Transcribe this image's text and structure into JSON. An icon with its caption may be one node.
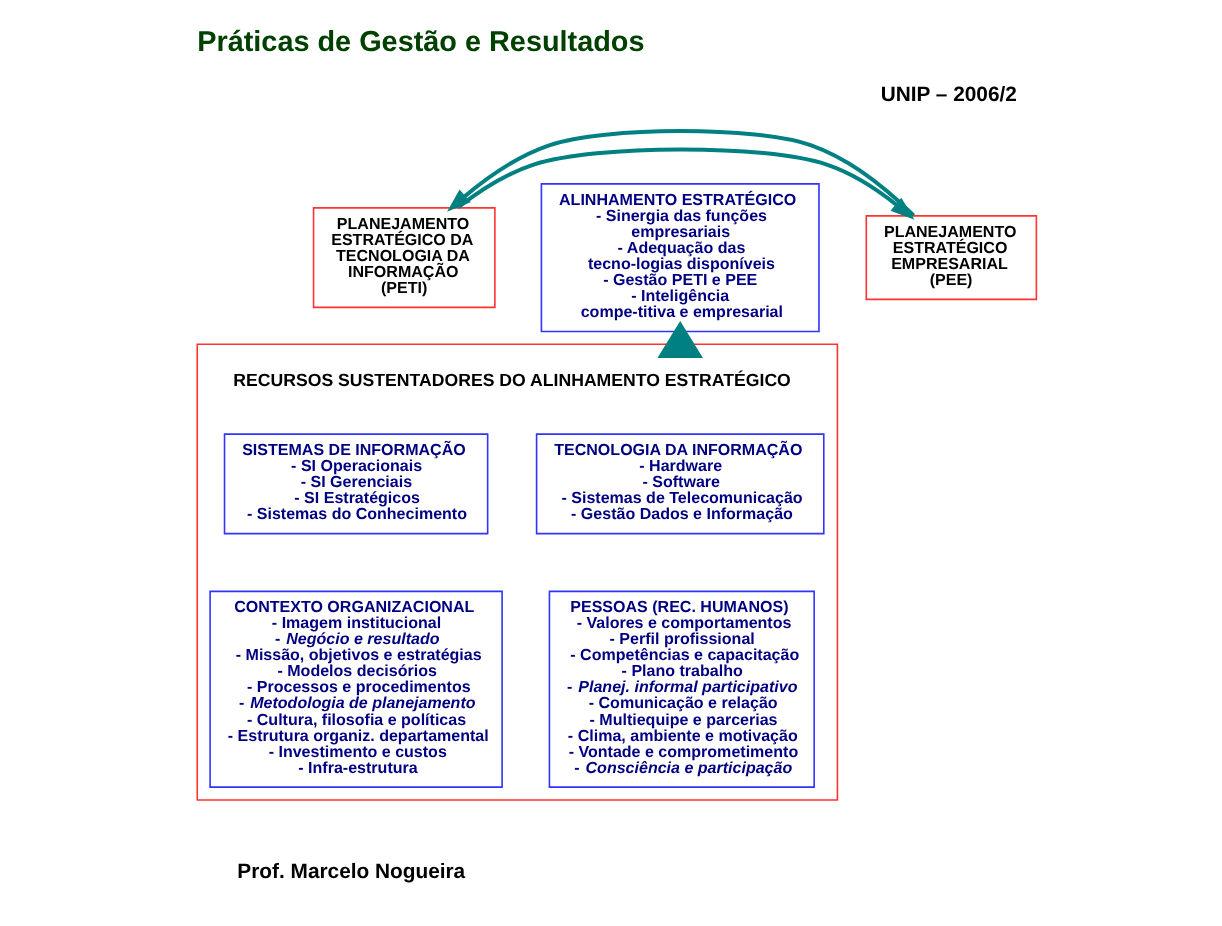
{
  "diagram": {
    "title": "Práticas de Gestão e Resultados",
    "nodes": [
      {
        "text": [
          "PLANEJAMENTO ESTRATÉGICO DA TECNOLOGIA DA INFORMAÇÃO (PETI)"
        ]
      },
      {
        "text": [
          "ALINHAMENTO ESTRATÉGICO",
          "- Sinergia das funções empresariais",
          "- Adequação das tecno-logias disponíveis",
          "- Gestão PETI e PEE",
          "- Inteligência compe-titiva e empresarial"
        ]
      },
      {
        "text": [
          "PLANEJAMENTO ESTRATÉGICO EMPRESARIAL (PEE)"
        ]
      },
      {
        "text": [
          "RECURSOS SUSTENTADORES DO ALINHAMENTO ESTRATÉGICO"
        ]
      },
      {
        "text": [
          "TECNOLOGIA DA INFORMAÇÃO",
          "- Hardware",
          "- Software",
          "- Sistemas de Telecomunicação",
          "- Gestão Dados e Informação"
        ],
        "in": 3
      },
      {
        "text": [
          "SISTEMAS DE INFORMAÇÃO",
          "- SI Operacionais",
          "- SI Gerenciais",
          "- SI Estratégicos",
          "- Sistemas do Conhecimento"
        ],
        "in": 3
      },
      {
        "text": [
          "PESSOAS (REC. HUMANOS)",
          "- Valores e comportamentos",
          "- Perfil profissional",
          "- Competências e capacitação",
          "- Plano trabalho",
          "- *Planej. informal participativo*",
          "- Comunicação e relação",
          "- Multiequipe e parcerias",
          "- Clima, ambiente e motivação",
          "- Vontade e comprometimento",
          "- *Consciência e participação*"
        ],
        "in": 3
      },
      {
        "text": [
          "CONTEXTO ORGANIZACIONAL",
          "- Imagem institucional",
          "- *Negócio e resultado*",
          "- Missão, objetivos e estratégias",
          "- Modelos decisórios",
          "- Processos e procedimentos",
          "- *Metodologia de planejamento*",
          "- Cultura, filosofia e políticas",
          "- Estrutura organiz. departamental",
          "- Investimento e custos",
          "- Infra-estrutura"
        ],
        "in": 3
      }
    ],
    "edges": [
      {
        "from": 0,
        "to": 2,
        "arrow": "to"
      },
      {
        "from": 2,
        "to": 0,
        "arrow": "to"
      },
      {
        "from": 3,
        "to": 1,
        "arrow": "to",
        "style": "thick"
      }
    ],
    "labels": [
      "UNIP – 2006/2",
      "Prof. Marcelo Nogueira"
    ]
  }
}
